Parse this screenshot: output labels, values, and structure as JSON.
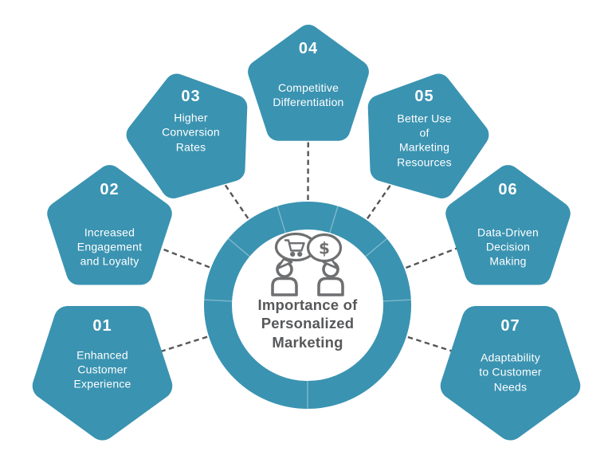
{
  "center": {
    "title": "Importance of\nPersonalized\nMarketing",
    "icon": {
      "name": "two-customers-conversation-icon",
      "left_bubble": "shopping-cart",
      "right_bubble": "dollar-sign",
      "dollar_text": "$"
    }
  },
  "nodes": [
    {
      "number": "01",
      "text": "Enhanced\nCustomer\nExperience"
    },
    {
      "number": "02",
      "text": "Increased\nEngagement\nand Loyalty"
    },
    {
      "number": "03",
      "text": "Higher\nConversion\nRates"
    },
    {
      "number": "04",
      "text": "Competitive\nDifferentiation"
    },
    {
      "number": "05",
      "text": "Better Use\nof\nMarketing\nResources"
    },
    {
      "number": "06",
      "text": "Data-Driven\nDecision\nMaking"
    },
    {
      "number": "07",
      "text": "Adaptability\nto Customer\nNeeds"
    }
  ],
  "colors": {
    "teal": "#3A93B1",
    "title_gray": "#57585A",
    "icon_gray": "#6E6F71",
    "connector_gray": "#55565A",
    "background": "#FFFFFF"
  }
}
